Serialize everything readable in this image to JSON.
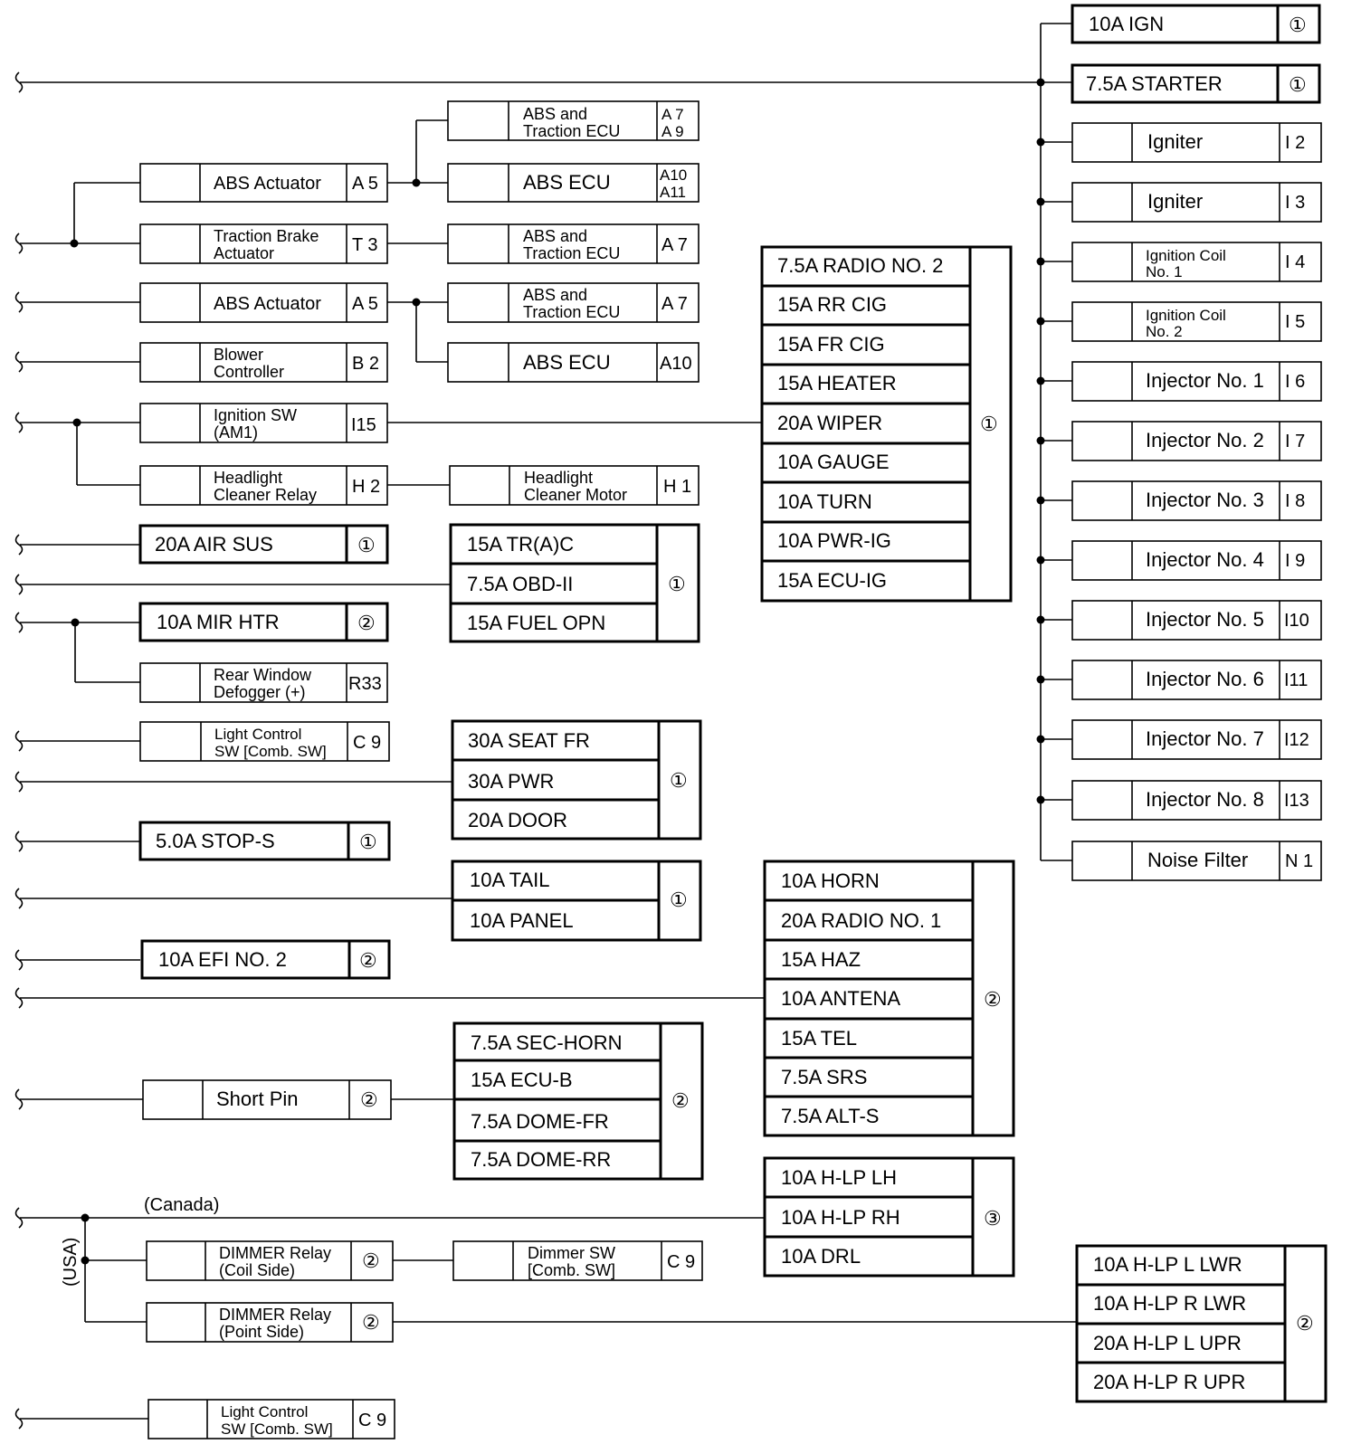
{
  "components": {
    "abs_actuator_1": {
      "name": "ABS Actuator",
      "code": "A 5"
    },
    "abs_traction_ecu_1": {
      "name": [
        "ABS and",
        "Traction ECU"
      ],
      "code": [
        "A 7",
        "A 9"
      ]
    },
    "abs_ecu_1": {
      "name": "ABS ECU",
      "code": [
        "A10",
        "A11"
      ]
    },
    "traction_brake_actuator": {
      "name": [
        "Traction Brake",
        "Actuator"
      ],
      "code": "T 3"
    },
    "abs_traction_ecu_2": {
      "name": [
        "ABS and",
        "Traction ECU"
      ],
      "code": "A 7"
    },
    "abs_actuator_2": {
      "name": "ABS Actuator",
      "code": "A 5"
    },
    "abs_traction_ecu_3": {
      "name": [
        "ABS and",
        "Traction ECU"
      ],
      "code": "A 7"
    },
    "abs_ecu_2": {
      "name": "ABS ECU",
      "code": "A10"
    },
    "blower_controller": {
      "name": [
        "Blower",
        "Controller"
      ],
      "code": "B 2"
    },
    "ignition_sw": {
      "name": [
        "Ignition SW",
        "(AM1)"
      ],
      "code": "I15"
    },
    "headlight_cleaner_relay": {
      "name": [
        "Headlight",
        "Cleaner Relay"
      ],
      "code": "H 2"
    },
    "headlight_cleaner_motor": {
      "name": [
        "Headlight",
        "Cleaner Motor"
      ],
      "code": "H 1"
    },
    "rear_window_defogger": {
      "name": [
        "Rear Window",
        "Defogger (+)"
      ],
      "code": "R33"
    },
    "light_control_sw_1": {
      "name": [
        "Light Control",
        "SW [Comb. SW]"
      ],
      "code": "C 9"
    },
    "short_pin": {
      "name": "Short Pin",
      "code": "②"
    },
    "dimmer_relay_coil": {
      "name": [
        "DIMMER Relay",
        "(Coil Side)"
      ],
      "code": "②"
    },
    "dimmer_sw": {
      "name": [
        "Dimmer SW",
        "[Comb. SW]"
      ],
      "code": "C 9"
    },
    "dimmer_relay_point": {
      "name": [
        "DIMMER Relay",
        "(Point Side)"
      ],
      "code": "②"
    },
    "light_control_sw_2": {
      "name": [
        "Light Control",
        "SW [Comb. SW]"
      ],
      "code": "C 9"
    },
    "igniter_1": {
      "name": "Igniter",
      "code": "I 2"
    },
    "igniter_2": {
      "name": "Igniter",
      "code": "I 3"
    },
    "ignition_coil_1": {
      "name": [
        "Ignition Coil",
        "No. 1"
      ],
      "code": "I 4"
    },
    "ignition_coil_2": {
      "name": [
        "Ignition Coil",
        "No. 2"
      ],
      "code": "I 5"
    },
    "injector_1": {
      "name": "Injector No. 1",
      "code": "I 6"
    },
    "injector_2": {
      "name": "Injector No. 2",
      "code": "I 7"
    },
    "injector_3": {
      "name": "Injector No. 3",
      "code": "I 8"
    },
    "injector_4": {
      "name": "Injector No. 4",
      "code": "I 9"
    },
    "injector_5": {
      "name": "Injector No. 5",
      "code": "I10"
    },
    "injector_6": {
      "name": "Injector No. 6",
      "code": "I11"
    },
    "injector_7": {
      "name": "Injector No. 7",
      "code": "I12"
    },
    "injector_8": {
      "name": "Injector No. 8",
      "code": "I13"
    },
    "noise_filter": {
      "name": "Noise Filter",
      "code": "N 1"
    }
  },
  "fuses": {
    "ign": {
      "label": "10A IGN",
      "badge": "①"
    },
    "starter": {
      "label": "7.5A STARTER",
      "badge": "①"
    },
    "air_sus": {
      "label": "20A AIR SUS",
      "badge": "①"
    },
    "mir_htr": {
      "label": "10A MIR HTR",
      "badge": "②"
    },
    "stop_s": {
      "label": "5.0A STOP-S",
      "badge": "①"
    },
    "efi_no2": {
      "label": "10A EFI NO. 2",
      "badge": "②"
    }
  },
  "fuse_groups": {
    "tr_obd": {
      "labels": [
        "15A TR(A)C",
        "7.5A OBD-II",
        "15A FUEL OPN"
      ],
      "badge": "①"
    },
    "seat_pwr_door": {
      "labels": [
        "30A SEAT FR",
        "30A PWR",
        "20A DOOR"
      ],
      "badge": "①"
    },
    "tail_panel": {
      "labels": [
        "10A TAIL",
        "10A PANEL"
      ],
      "badge": "①"
    },
    "sec_horn": {
      "labels": [
        "7.5A SEC-HORN",
        "15A ECU-B",
        "7.5A DOME-FR",
        "7.5A DOME-RR"
      ],
      "badge": "②"
    },
    "radio_group": {
      "labels": [
        "7.5A RADIO NO. 2",
        "15A RR CIG",
        "15A FR CIG",
        "15A HEATER",
        "20A WIPER",
        "10A GAUGE",
        "10A TURN",
        "10A PWR-IG",
        "15A ECU-IG"
      ],
      "badge": "①"
    },
    "horn_group": {
      "labels": [
        "10A HORN",
        "20A RADIO NO. 1",
        "15A HAZ",
        "10A ANTENA",
        "15A TEL",
        "7.5A SRS",
        "7.5A ALT-S"
      ],
      "badge": "②"
    },
    "hlp_group": {
      "labels": [
        "10A H-LP LH",
        "10A H-LP RH",
        "10A DRL"
      ],
      "badge": "③"
    },
    "hlp_lwr_group": {
      "labels": [
        "10A H-LP L LWR",
        "10A H-LP R LWR",
        "20A H-LP L UPR",
        "20A H-LP R UPR"
      ],
      "badge": "②"
    }
  },
  "notes": {
    "canada": "(Canada)",
    "usa": "(USA)"
  }
}
